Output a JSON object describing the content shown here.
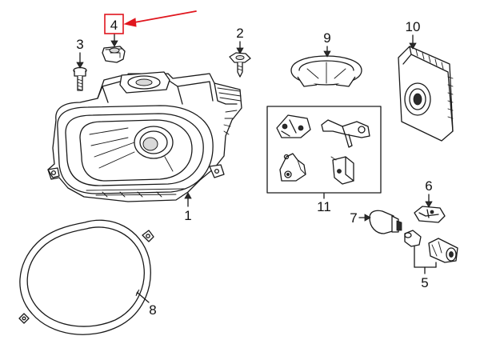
{
  "colors": {
    "line": "#1a1a1a",
    "highlight": "#e0161e",
    "background": "#ffffff"
  },
  "callouts": [
    {
      "id": "4",
      "label": "4",
      "highlighted": true
    },
    {
      "id": "3",
      "label": "3"
    },
    {
      "id": "2",
      "label": "2"
    },
    {
      "id": "9",
      "label": "9"
    },
    {
      "id": "10",
      "label": "10"
    },
    {
      "id": "1",
      "label": "1"
    },
    {
      "id": "11",
      "label": "11"
    },
    {
      "id": "6",
      "label": "6"
    },
    {
      "id": "7",
      "label": "7"
    },
    {
      "id": "5",
      "label": "5"
    },
    {
      "id": "8",
      "label": "8"
    }
  ]
}
